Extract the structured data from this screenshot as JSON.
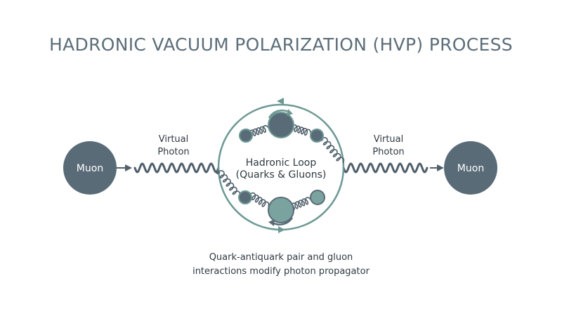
{
  "title": "HADRONIC VACUUM POLARIZATION (HVP) PROCESS",
  "left_node": {
    "label": "Muon"
  },
  "right_node": {
    "label": "Muon"
  },
  "left_photon": {
    "line1": "Virtual",
    "line2": "Photon"
  },
  "right_photon": {
    "line1": "Virtual",
    "line2": "Photon"
  },
  "loop": {
    "line1": "Hadronic Loop",
    "line2": "(Quarks & Gluons)"
  },
  "caption": {
    "line1": "Quark-antiquark pair and gluon",
    "line2": "interactions modify photon propagator"
  },
  "colors": {
    "title": "#5c6e7a",
    "node_dark": "#5a6b78",
    "node_teal": "#7aa3a0",
    "loop_ring": "#6d9994",
    "wave": "#4f5f6b",
    "text": "#2f3a42"
  },
  "icons": [
    "arrow-right-icon",
    "arrow-left-icon",
    "circular-arrow-icon",
    "gluon-spring-icon"
  ]
}
